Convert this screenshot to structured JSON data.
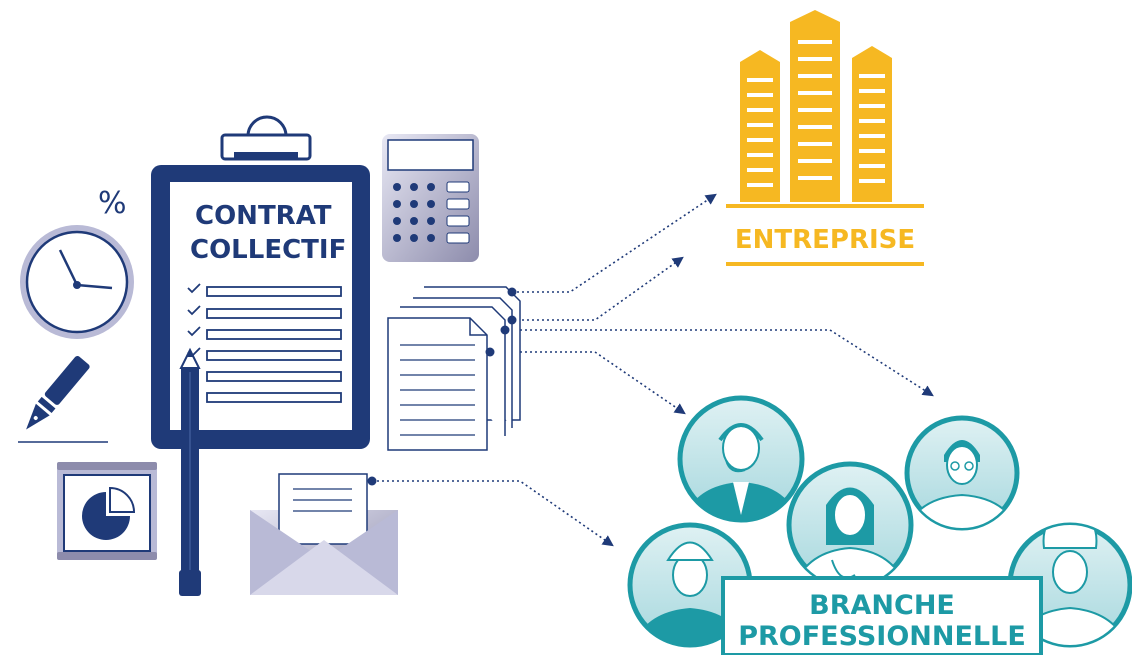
{
  "clipboard": {
    "title_line1": "CONTRAT",
    "title_line2": "COLLECTIF"
  },
  "percent_symbol": "%",
  "building": {
    "label": "ENTREPRISE"
  },
  "branch": {
    "label_line1": "BRANCHE",
    "label_line2": "PROFESSIONNELLE"
  },
  "colors": {
    "navy": "#1f3a78",
    "gold": "#f6b822",
    "teal": "#1d9aa5",
    "teal_light": "#bfe3e7",
    "lavender": "#b9bad6",
    "grey_purple": "#8d8cac"
  },
  "icons": [
    "clock-icon",
    "fountain-pen-icon",
    "pie-chart-icon",
    "percent-icon",
    "calculator-icon",
    "envelope-icon",
    "documents-icon",
    "pencil-icon",
    "building-icon",
    "person-icon"
  ]
}
